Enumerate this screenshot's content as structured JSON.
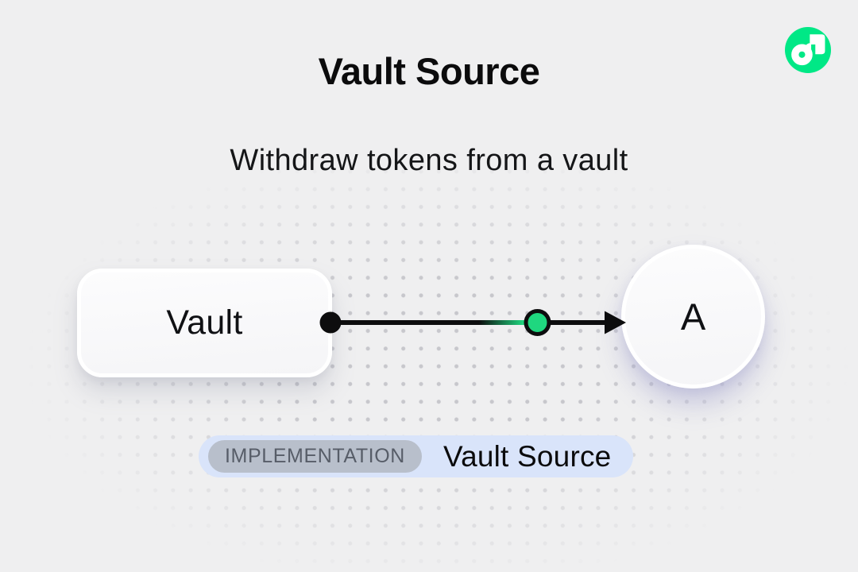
{
  "header": {
    "title": "Vault Source",
    "subtitle": "Withdraw tokens from a vault"
  },
  "logo": {
    "name": "Flow",
    "brand_color": "#00e886"
  },
  "diagram": {
    "vault_node_label": "Vault",
    "account_node_label": "A",
    "connector": {
      "start_marker": "black-dot",
      "mid_marker": "green-token-circle",
      "end_marker": "arrowhead",
      "accent_color": "#1fd77f"
    }
  },
  "implementation": {
    "tag_label": "IMPLEMENTATION",
    "value": "Vault Source",
    "container_color": "#d9e4fa",
    "tag_color": "#b8bfcb"
  },
  "colors": {
    "background": "#efeff0",
    "dot_grid": "#c4c4c9",
    "line": "#0d0d0e"
  }
}
